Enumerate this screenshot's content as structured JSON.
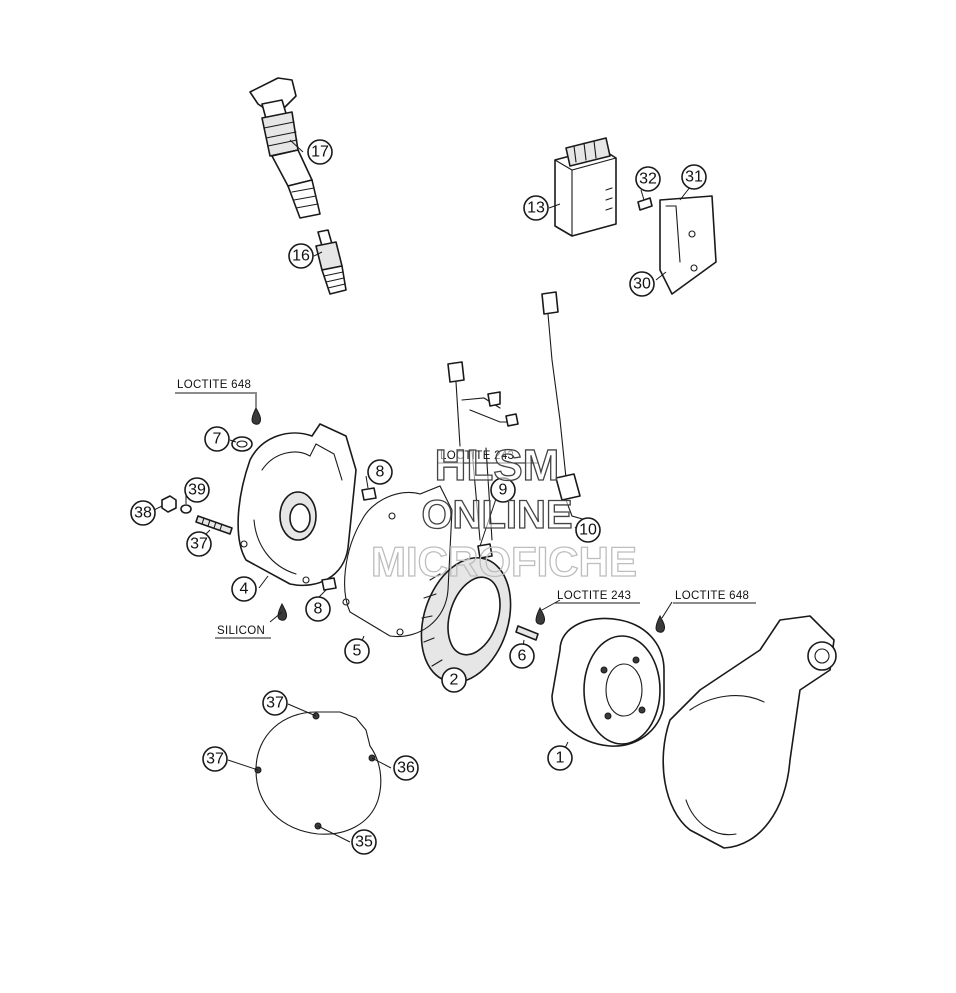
{
  "callouts": [
    {
      "label": "17"
    },
    {
      "label": "16"
    },
    {
      "label": "13"
    },
    {
      "label": "32"
    },
    {
      "label": "31"
    },
    {
      "label": "30"
    },
    {
      "label": "7"
    },
    {
      "label": "8"
    },
    {
      "label": "39"
    },
    {
      "label": "38"
    },
    {
      "label": "37"
    },
    {
      "label": "4"
    },
    {
      "label": "8"
    },
    {
      "label": "9"
    },
    {
      "label": "10"
    },
    {
      "label": "5"
    },
    {
      "label": "2"
    },
    {
      "label": "6"
    },
    {
      "label": "1"
    },
    {
      "label": "37"
    },
    {
      "label": "37"
    },
    {
      "label": "36"
    },
    {
      "label": "35"
    }
  ],
  "notes": {
    "loctite_648_left": "LOCTITE 648",
    "loctite_243_center": "LOCTITE 243",
    "loctite_243_right": "LOCTITE 243",
    "loctite_648_right": "LOCTITE 648",
    "silicon": "SILICON"
  },
  "watermark": {
    "line1": "HLSM",
    "line2": "ONLINE",
    "line3": "MICROFICHE"
  }
}
